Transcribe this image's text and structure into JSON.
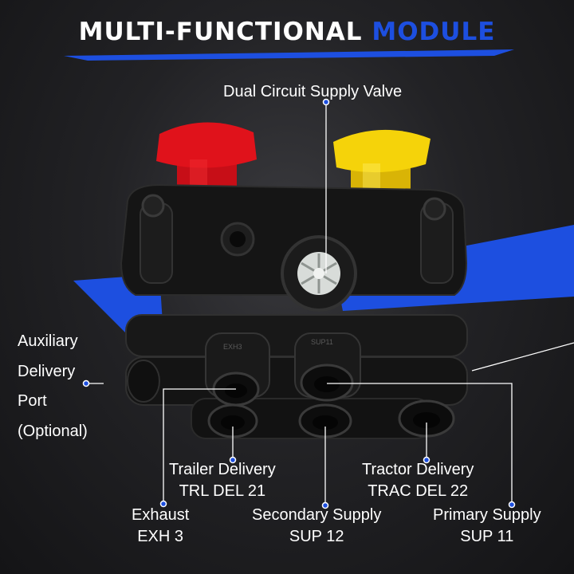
{
  "title": {
    "part1": "MULTI-FUNCTIONAL",
    "part2": "MODULE"
  },
  "colors": {
    "accent": "#1d4fe0",
    "red_knob": "#e0121b",
    "yellow_knob": "#f5d30a",
    "body": "#141414"
  },
  "labels": {
    "dual_circuit": "Dual Circuit Supply Valve",
    "aux_line1": "Auxiliary",
    "aux_line2": "Delivery",
    "aux_line3": "Port",
    "aux_line4": "(Optional)",
    "trailer_line1": "Trailer Delivery",
    "trailer_line2": "TRL DEL 21",
    "tractor_line1": "Tractor Delivery",
    "tractor_line2": "TRAC DEL 22",
    "exhaust_line1": "Exhaust",
    "exhaust_line2": "EXH 3",
    "secondary_line1": "Secondary Supply",
    "secondary_line2": "SUP 12",
    "primary_line1": "Primary Supply",
    "primary_line2": "SUP 11"
  },
  "molded_text": {
    "exh": "EXH3",
    "sup": "SUP11"
  }
}
